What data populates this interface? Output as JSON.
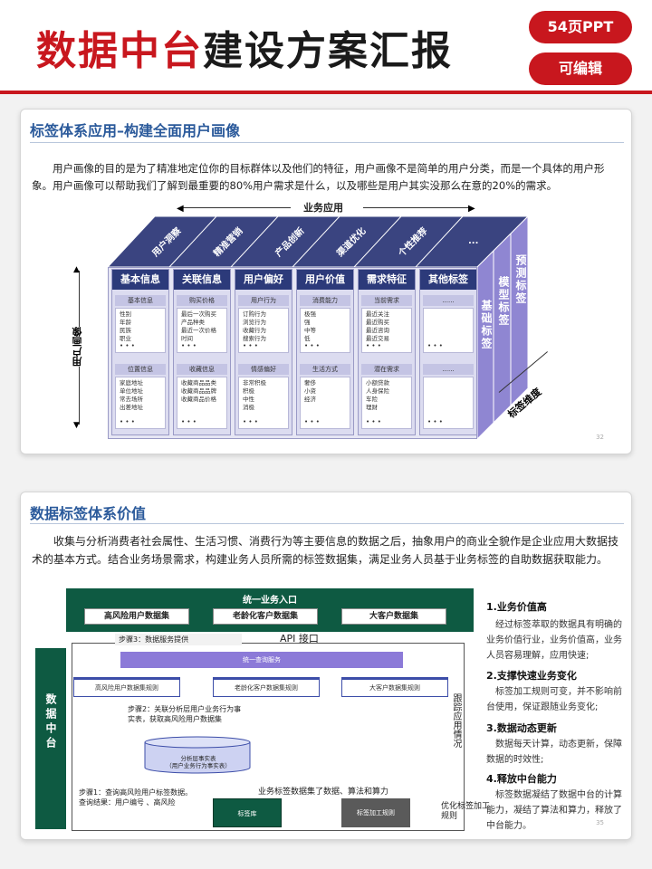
{
  "header": {
    "title_red": "数据中台",
    "title_black": "建设方案汇报",
    "badge_pages": "54页PPT",
    "badge_edit": "可编辑"
  },
  "slide1": {
    "title": "标签体系应用–构建全面用户画像",
    "paragraph": "用户画像的目的是为了精准地定位你的目标群体以及他们的特征，用户画像不是简单的用户分类，而是一个具体的用户形象。用户画像可以帮助我们了解到最重要的80%用户需求是什么，以及哪些是用户其实没那么在意的20%的需求。",
    "top_axis": "业务应用",
    "left_axis": "用户画像",
    "bottom_axis": "标签维度",
    "top_faces": [
      "用户洞察",
      "精准营销",
      "产品创新",
      "渠道优化",
      "个性推荐",
      "..."
    ],
    "side_faces": [
      "基础标签",
      "模型标签",
      "预测标签"
    ],
    "columns": [
      {
        "head": "基本信息",
        "c1_title": "基本信息",
        "c1_items": "性别\n年龄\n民族\n职业",
        "c2_title": "位置信息",
        "c2_items": "家庭地址\n单位地址\n常去场所\n出差地址"
      },
      {
        "head": "关联信息",
        "c1_title": "购买价格",
        "c1_items": "最后一次购买\n产品种类\n最近一次价格\n时间",
        "c2_title": "收藏信息",
        "c2_items": "收藏商品品类\n收藏商品品牌\n收藏商品价格"
      },
      {
        "head": "用户偏好",
        "c1_title": "用户行为",
        "c1_items": "订购行为\n浏览行为\n收藏行为\n搜索行为",
        "c2_title": "情感偏好",
        "c2_items": "非常积极\n积极\n中性\n消极"
      },
      {
        "head": "用户价值",
        "c1_title": "消费能力",
        "c1_items": "极强\n强\n中等\n低",
        "c2_title": "生活方式",
        "c2_items": "奢侈\n小资\n经济"
      },
      {
        "head": "需求特征",
        "c1_title": "当前需求",
        "c1_items": "最近关注\n最近购买\n最近咨询\n最近交易",
        "c2_title": "潜在需求",
        "c2_items": "小额贷款\n人身保险\n车险\n理财"
      },
      {
        "head": "其他标签",
        "c1_title": "......",
        "c1_items": "",
        "c2_title": "......",
        "c2_items": ""
      }
    ],
    "dots": "• • •",
    "page_num": "32"
  },
  "slide2": {
    "title": "数据标签体系价值",
    "paragraph": "收集与分析消费者社会属性、生活习惯、消费行为等主要信息的数据之后，抽象用户的商业全貌作是企业应用大数据技术的基本方式。结合业务场景需求，构建业务人员所需的标签数据集，满足业务人员基于业务标签的自助数据获取能力。",
    "unified_entry": "统一业务入口",
    "datasets": [
      "高风险用户数据集",
      "老龄化客户数据集",
      "大客户数据集"
    ],
    "step3": "步骤3：数据服务提供",
    "api": "API 接口",
    "unified_query": "统一查询服务",
    "rules": [
      "高风险用户数据集规则",
      "老龄化客户数据集规则",
      "大客户数据集规则"
    ],
    "step2": "步骤2：关联分析层用户业务行为事实表，获取高风险用户数据集",
    "fact_table": "分析层事实表\n（用户业务行为事实表）",
    "step1": "步骤1：查询高风险用户标签数据。\n查询结果：用户编号 、高风险",
    "bottom_caption": "业务标签数据集了数据、算法和算力",
    "tag_store": "标签库",
    "tag_rule": "标签加工规则",
    "left_label": "数据中台",
    "track_label": "跟踪应用情况",
    "optimize_label": "优化标签加工规则",
    "points": [
      {
        "head": "1.业务价值高",
        "body": "经过标签萃取的数据具有明确的业务价值行业，业务价值高，业务人员容易理解，应用快速;"
      },
      {
        "head": "2.支撑快速业务变化",
        "body": "标签加工规则可变，并不影响前台使用，保证跟随业务变化;"
      },
      {
        "head": "3.数据动态更新",
        "body": "数据每天计算，动态更新，保障数据的时效性;"
      },
      {
        "head": "4.释放中台能力",
        "body": "标签数据凝结了数据中台的计算能力，凝结了算法和算力，释放了中台能力。"
      }
    ],
    "page_num": "35"
  },
  "colors": {
    "brand_red": "#c8171e",
    "title_blue": "#2b5a9b",
    "cube_navy": "#2c3a7a",
    "cube_lilac": "#dcdcf0",
    "green": "#0e5a42",
    "purple": "#8c7ad8"
  }
}
